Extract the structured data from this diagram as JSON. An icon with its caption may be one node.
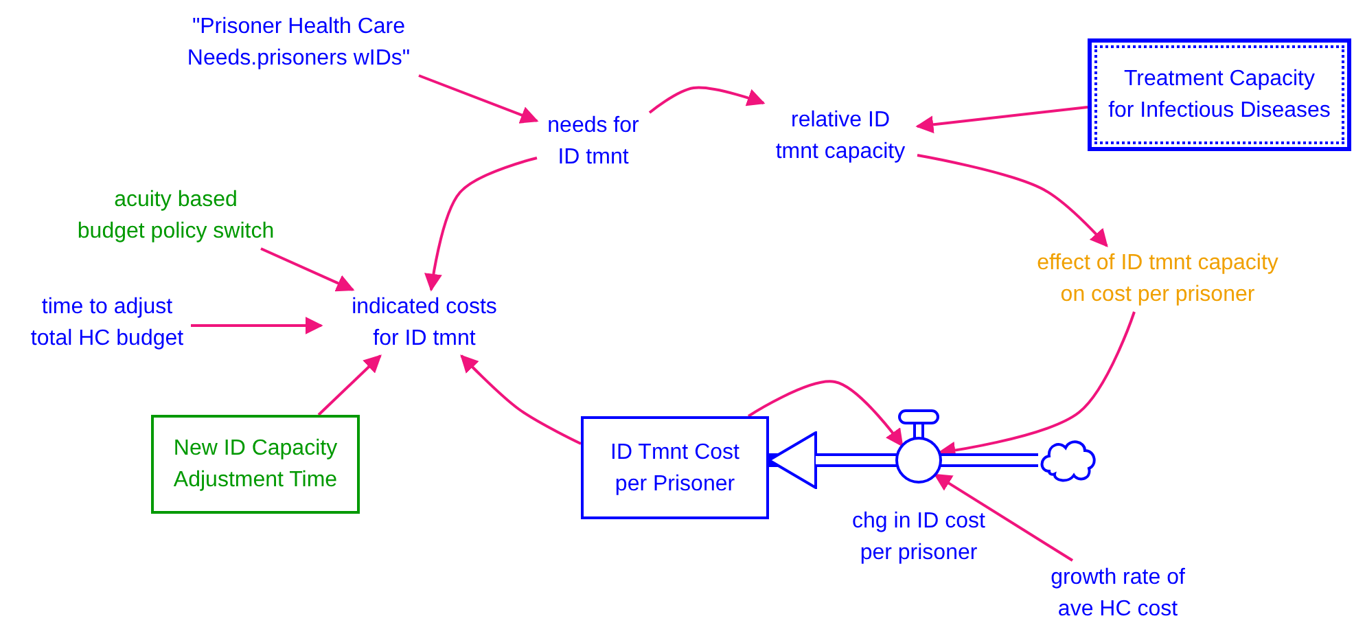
{
  "diagram": {
    "nodes": [
      {
        "text": [
          "\"Prisoner Health Care Needs.prisoners wIDs\""
        ]
      },
      {
        "text": [
          "needs for ID tmnt"
        ]
      },
      {
        "text": [
          "relative ID tmnt capacity"
        ]
      },
      {
        "text": [
          "Treatment Capacity for Infectious Diseases"
        ]
      },
      {
        "text": [
          "acuity based budget policy switch"
        ]
      },
      {
        "text": [
          "effect of ID tmnt capacity on cost per prisoner"
        ]
      },
      {
        "text": [
          "time to adjust total HC budget"
        ]
      },
      {
        "text": [
          "indicated costs for ID tmnt"
        ]
      },
      {
        "text": [
          "New ID Capacity Adjustment Time"
        ]
      },
      {
        "text": [
          "ID Tmnt Cost per Prisoner"
        ]
      },
      {
        "text": [
          "chg in ID cost per prisoner"
        ]
      },
      {
        "text": [],
        "shape": "cloud"
      },
      {
        "text": [
          "growth rate of ave HC cost"
        ]
      }
    ],
    "edges": [
      {
        "from": 0,
        "to": 1,
        "arrow": "to"
      },
      {
        "from": 1,
        "to": 2,
        "arrow": "to"
      },
      {
        "from": 3,
        "to": 2,
        "arrow": "to"
      },
      {
        "from": 2,
        "to": 5,
        "arrow": "to"
      },
      {
        "from": 1,
        "to": 7,
        "arrow": "to"
      },
      {
        "from": 4,
        "to": 7,
        "arrow": "to"
      },
      {
        "from": 6,
        "to": 7,
        "arrow": "to"
      },
      {
        "from": 8,
        "to": 7,
        "arrow": "to"
      },
      {
        "from": 9,
        "to": 7,
        "arrow": "to"
      },
      {
        "from": 9,
        "to": 10,
        "arrow": "to"
      },
      {
        "from": 5,
        "to": 10,
        "arrow": "to"
      },
      {
        "from": 12,
        "to": 10,
        "arrow": "to"
      },
      {
        "from": 11,
        "to": 10,
        "arrow": "none",
        "style": "thick",
        "color": "#0000ff"
      },
      {
        "from": 10,
        "to": 9,
        "arrow": "to",
        "style": "thick",
        "color": "#0000ff"
      }
    ]
  }
}
